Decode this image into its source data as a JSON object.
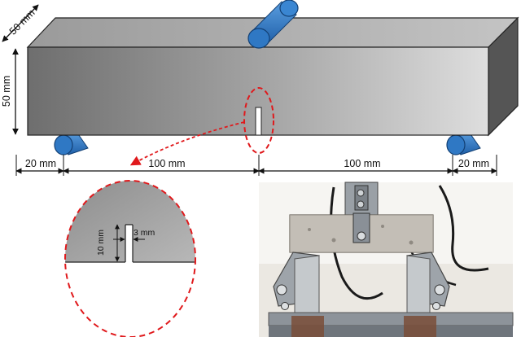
{
  "dimensions": {
    "depth": "50 mm",
    "height": "50 mm",
    "overhang_left": "20 mm",
    "span_left": "100 mm",
    "span_right": "100 mm",
    "overhang_right": "20 mm",
    "notch_depth": "10 mm",
    "notch_width": "3 mm"
  },
  "colors": {
    "roller": "#2f78c4",
    "notch_highlight": "#e0191c",
    "beam_top": "#a9a9a9",
    "beam_front_dark": "#6e6e6e",
    "beam_front_light": "#dcdcdc",
    "beam_right": "#555555"
  },
  "icons": {
    "loading_roller": "blue-cylinder",
    "support_roller": "blue-cylinder",
    "detail_callout": "dashed-ellipse-with-arrow",
    "test_photo": "three-point-bending-fixture-photo"
  }
}
